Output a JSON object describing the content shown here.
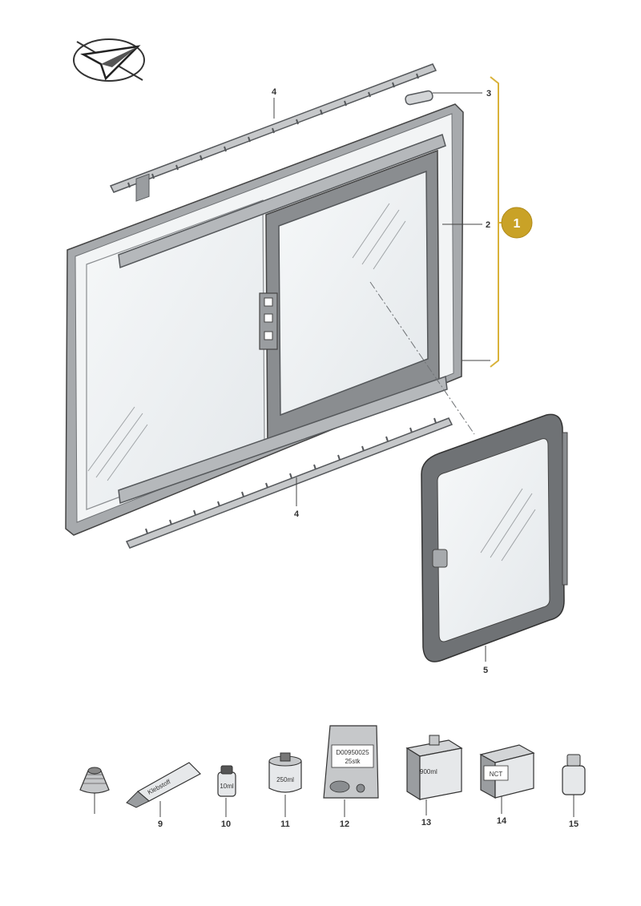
{
  "callouts": {
    "c1": "1",
    "c2": "2",
    "c3": "3",
    "c4_top": "4",
    "c4_bottom": "4",
    "c5": "5",
    "c9": "9",
    "c10": "10",
    "c11": "11",
    "c12": "12",
    "c13": "13",
    "c14": "14",
    "c15": "15"
  },
  "labels": {
    "tube": "Klebstoff",
    "vial": "10ml",
    "can": "250ml",
    "bag_line1": "D00950025",
    "bag_line2": "25stk",
    "box": "900ml",
    "cube": "NCT"
  },
  "colors": {
    "assembly_bracket": "#d9b23a",
    "badge_fill": "#c9a227",
    "badge_text": "#ffffff",
    "frame": "#8a8d90",
    "frame_dark": "#55585b",
    "glass": "#eef1f3"
  },
  "icons": {
    "logo": "paper-plane-logo-icon"
  }
}
